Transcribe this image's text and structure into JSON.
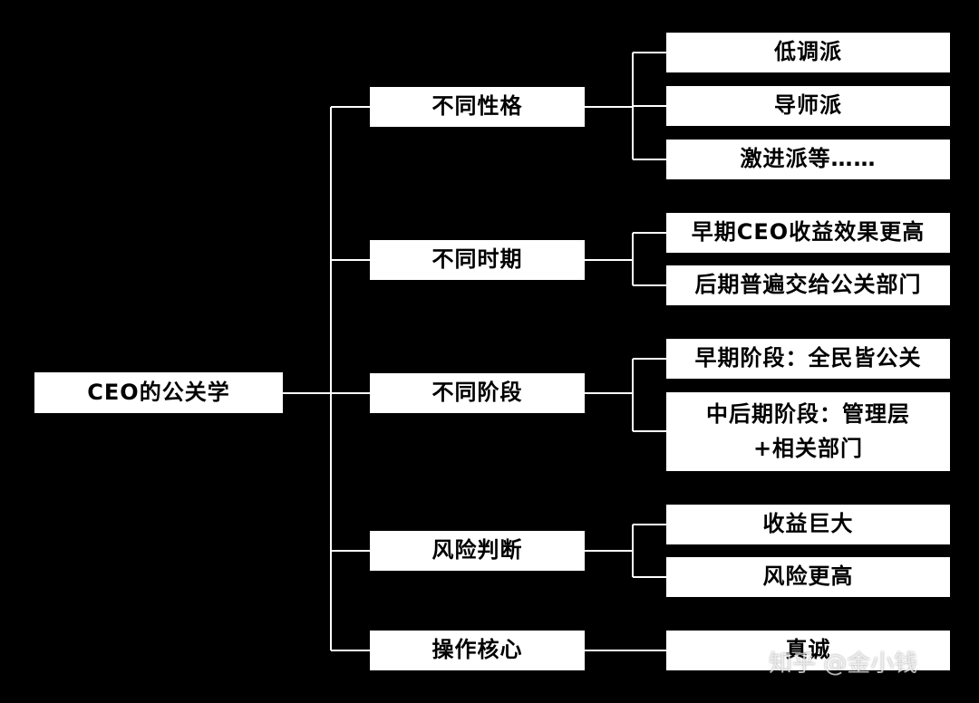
{
  "diagram": {
    "root": {
      "label": "CEO的公关学"
    },
    "branches": [
      {
        "label": "不同性格",
        "children": [
          "低调派",
          "导师派",
          "激进派等……"
        ]
      },
      {
        "label": "不同时期",
        "children": [
          "早期CEO收益效果更高",
          "后期普遍交给公关部门"
        ]
      },
      {
        "label": "不同阶段",
        "children": [
          "早期阶段：全民皆公关",
          "中后期阶段：管理层\n+相关部门"
        ]
      },
      {
        "label": "风险判断",
        "children": [
          "收益巨大",
          "风险更高"
        ]
      },
      {
        "label": "操作核心",
        "children": [
          "真诚"
        ]
      }
    ]
  },
  "watermark": "知乎 @金小钱",
  "colors": {
    "background": "#000000",
    "node_fill": "#ffffff",
    "node_text": "#000000",
    "line": "#ffffff"
  }
}
